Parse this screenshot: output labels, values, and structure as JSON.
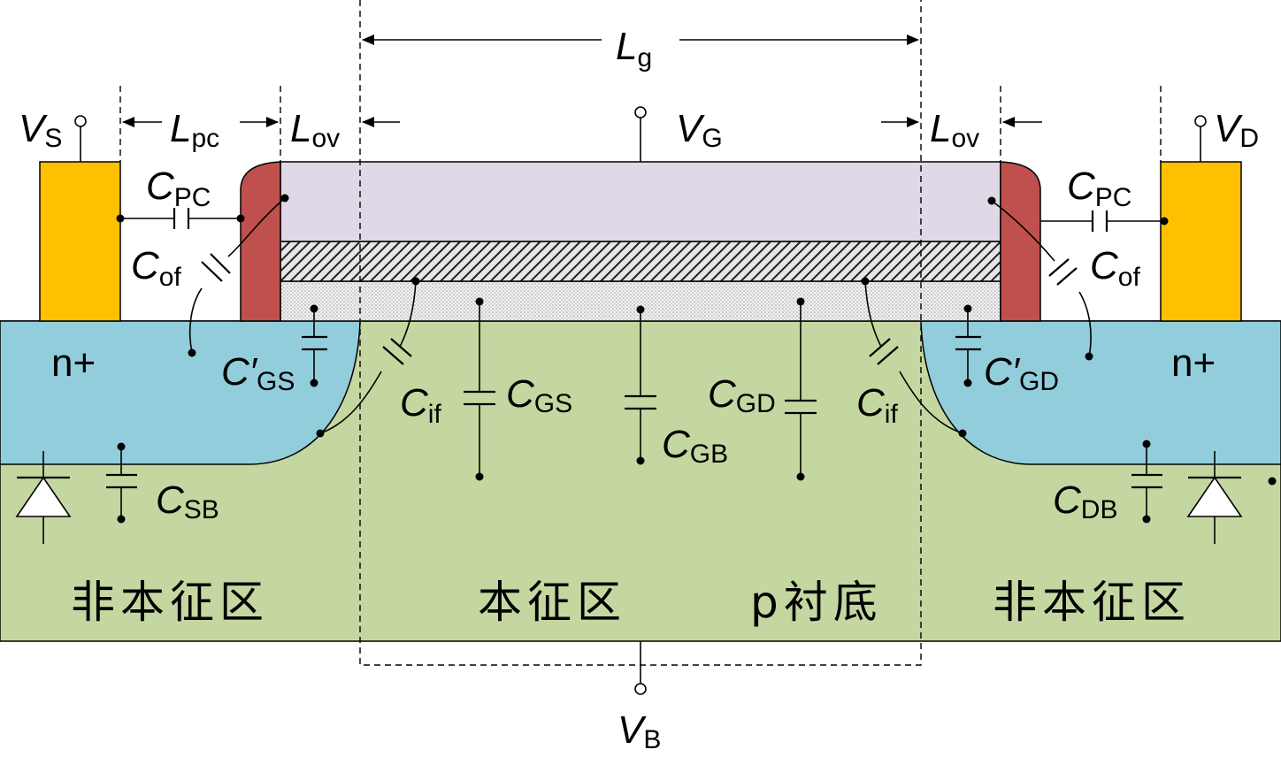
{
  "colors": {
    "contact": "#FFC000",
    "spacer": "#C0504D",
    "gate": "#E0D8E6",
    "substrate": "#C5D7A0",
    "n_plus": "#92CDDC",
    "oxide_hatch": "#333333",
    "oxide_dots": "#BBBBBB"
  },
  "labels": {
    "lg": {
      "base": "L",
      "sub": "g"
    },
    "vs": {
      "base": "V",
      "sub": "S"
    },
    "vd": {
      "base": "V",
      "sub": "D"
    },
    "vg": {
      "base": "V",
      "sub": "G"
    },
    "vb": {
      "base": "V",
      "sub": "B"
    },
    "lpc": {
      "base": "L",
      "sub": "pc"
    },
    "lov_left": {
      "base": "L",
      "sub": "ov"
    },
    "lov_right": {
      "base": "L",
      "sub": "ov"
    },
    "cpc_left": {
      "base": "C",
      "sub": "PC"
    },
    "cpc_right": {
      "base": "C",
      "sub": "PC"
    },
    "cof_left": {
      "base": "C",
      "sub": "of"
    },
    "cof_right": {
      "base": "C",
      "sub": "of"
    },
    "cgs_prime": {
      "base": "C′",
      "sub": "GS"
    },
    "cgd_prime": {
      "base": "C′",
      "sub": "GD"
    },
    "cif_left": {
      "base": "C",
      "sub": "if"
    },
    "cif_right": {
      "base": "C",
      "sub": "if"
    },
    "cgs": {
      "base": "C",
      "sub": "GS"
    },
    "cgb": {
      "base": "C",
      "sub": "GB"
    },
    "cgd": {
      "base": "C",
      "sub": "GD"
    },
    "csb": {
      "base": "C",
      "sub": "SB"
    },
    "cdb": {
      "base": "C",
      "sub": "DB"
    }
  },
  "regions": {
    "n_plus_left": "n+",
    "n_plus_right": "n+",
    "extrinsic_left": "非本征区",
    "intrinsic": "本征区",
    "p_substrate": "p衬底",
    "extrinsic_right": "非本征区"
  }
}
